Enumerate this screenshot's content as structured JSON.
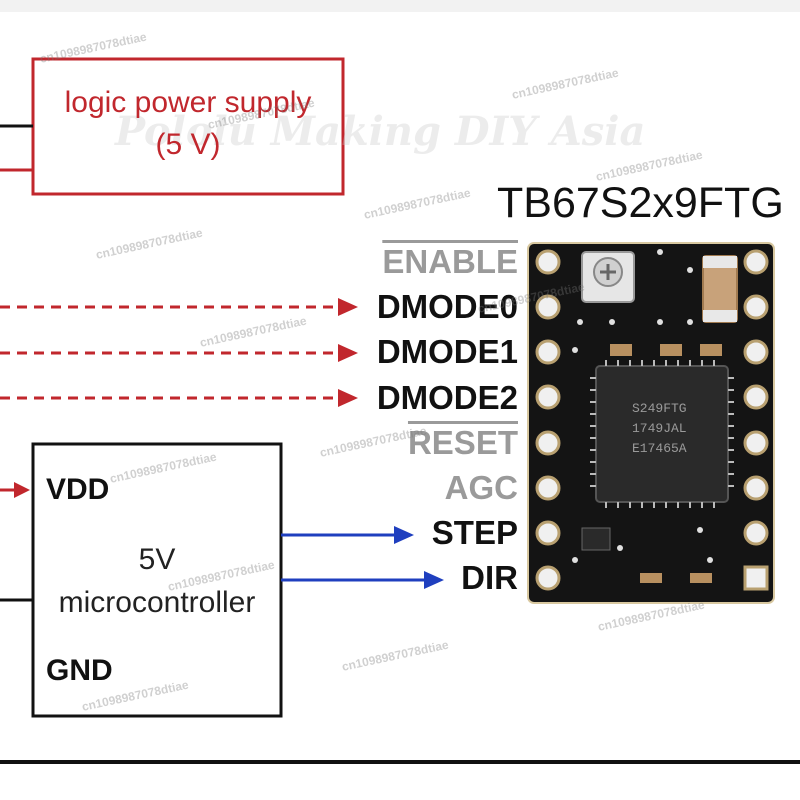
{
  "logic_supply": {
    "line1": "logic power supply",
    "line2": "(5 V)"
  },
  "board": {
    "title": "TB67S2x9FTG",
    "chip_lines": [
      "S249FTG",
      "1749JAL",
      "E17465A"
    ]
  },
  "pins_left": [
    {
      "label": "ENABLE",
      "state": "inactive",
      "overbar": true
    },
    {
      "label": "DMODE0",
      "state": "active",
      "overbar": false
    },
    {
      "label": "DMODE1",
      "state": "active",
      "overbar": false
    },
    {
      "label": "DMODE2",
      "state": "active",
      "overbar": false
    },
    {
      "label": "RESET",
      "state": "inactive",
      "overbar": true
    },
    {
      "label": "AGC",
      "state": "inactive",
      "overbar": false
    },
    {
      "label": "STEP",
      "state": "active",
      "overbar": false
    },
    {
      "label": "DIR",
      "state": "active",
      "overbar": false
    }
  ],
  "microcontroller": {
    "vdd": "VDD",
    "name_line1": "5V",
    "name_line2": "microcontroller",
    "gnd": "GND"
  },
  "colors": {
    "supply_red": "#c1272d",
    "signal_blue": "#1f3fbf",
    "board_black": "#141414",
    "inactive_gray": "#9a9a9a"
  },
  "watermark": "cn1098987078dtiae",
  "watermark_faint": "Pololu Making DIY Asia"
}
